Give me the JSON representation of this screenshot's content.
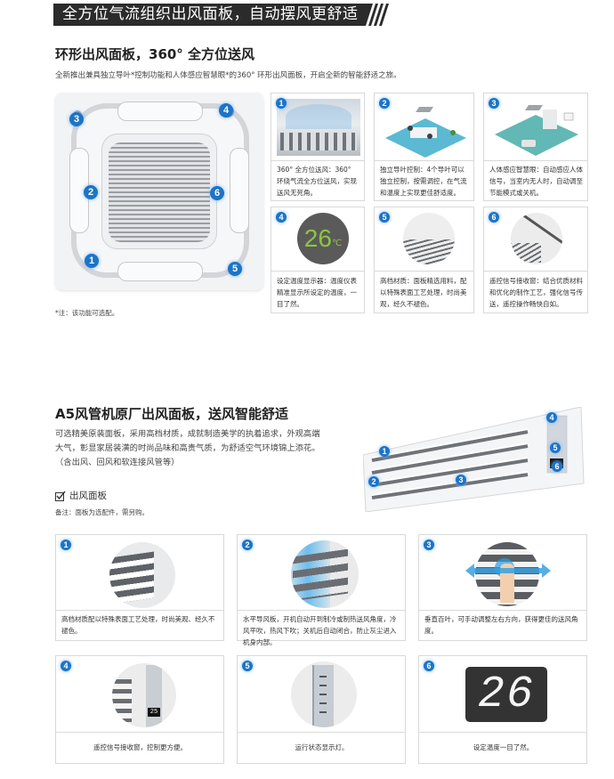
{
  "banner": {
    "title": "全方位气流组织出风面板，自动摆风更舒适"
  },
  "section1": {
    "heading": "环形出风面板，360° 全方位送风",
    "intro": "全新推出兼具独立导叶*控制功能和人体感应智慧眼*的360° 环形出风面板，开启全新的智能舒适之旅。",
    "footnote": "*注：该功能可选配。",
    "product_badges": [
      "1",
      "2",
      "3",
      "4",
      "5",
      "6"
    ],
    "cards": [
      {
        "num": "1",
        "text": "360° 全方位送风：360° 环绕气流全方位送风，实现送风无死角。"
      },
      {
        "num": "2",
        "text": "独立导叶控制：4个导叶可以独立控制，按需调控，在气流和温度上实现更佳舒适度。"
      },
      {
        "num": "3",
        "text": "人体感应智慧眼：自动感应人体信号，当室内无人时，自动调至节能模式或关机。"
      },
      {
        "num": "4",
        "text": "设定温度显示器：温度仪表精准显示所设定的温度，一目了然。",
        "display_value": "26",
        "display_unit": "℃"
      },
      {
        "num": "5",
        "text": "高档材质：面板精选用料，配以特殊表面工艺处理，时尚美观，经久不褪色。"
      },
      {
        "num": "6",
        "text": "遥控信号接收窗：结合优质材料和优化的制作工艺，强化信号传送，遥控操作畅快自如。"
      }
    ]
  },
  "section2": {
    "heading": "A5风管机原厂出风面板，送风智能舒适",
    "paragraph": "可选精美原装面板，采用高档材质，成就制造美学的执着追求，外观高端大气，彰显家居装潢的时尚品味和高贵气质，为舒适空气环境锦上添花。（含出风、回风和软连接风管等）",
    "checkbox_label": "出风面板",
    "remark": "备注：面板为选配件，需另购。",
    "product_badges": [
      "1",
      "2",
      "3",
      "4",
      "5",
      "6"
    ],
    "cards": [
      {
        "num": "1",
        "text": "高档材质配以特殊表面工艺处理，时尚美观、经久不褪色。"
      },
      {
        "num": "2",
        "text": "水平导风板，开机自动开到制冷或制热送风角度，冷风平吹，热风下吹；关机后自动闭合，防止灰尘进入机身内部。"
      },
      {
        "num": "3",
        "text": "垂直百叶，可手动调整左右方向，获得更佳的送风角度。"
      },
      {
        "num": "4",
        "text": "遥控信号接收窗，控制更方便。",
        "display_value": "25"
      },
      {
        "num": "5",
        "text": "运行状态显示灯。"
      },
      {
        "num": "6",
        "text": "设定温度一目了然。",
        "display_value": "26"
      }
    ]
  },
  "colors": {
    "banner_bg": "#2b2b2b",
    "badge_blue": "#1d74c6",
    "temp_green": "#8cc63f",
    "card_border": "#d9d9d9"
  }
}
